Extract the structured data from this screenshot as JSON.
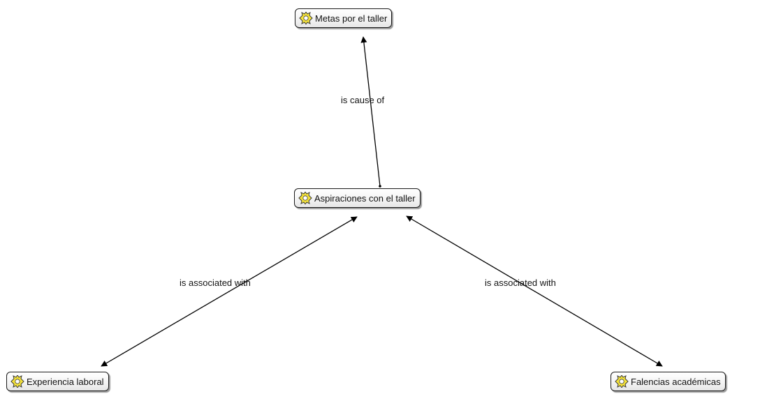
{
  "nodes": {
    "metas": {
      "label": "Metas por el taller",
      "icon": "concept-node-icon"
    },
    "aspiraciones": {
      "label": "Aspiraciones con el taller",
      "icon": "concept-node-icon"
    },
    "experiencia": {
      "label": "Experiencia laboral",
      "icon": "concept-node-icon"
    },
    "falencias": {
      "label": "Falencias académicas",
      "icon": "concept-node-icon"
    }
  },
  "edges": {
    "cause": {
      "label": "is cause of",
      "from": "Aspiraciones con el taller",
      "to": "Metas por el taller"
    },
    "assoc_left": {
      "label": "is associated with",
      "from": "Aspiraciones con el taller",
      "to": "Experiencia laboral"
    },
    "assoc_right": {
      "label": "is associated with",
      "from": "Aspiraciones con el taller",
      "to": "Falencias académicas"
    }
  },
  "colors": {
    "line": "#000000",
    "node_border": "#1a1a1a",
    "icon_fill": "#f5e33a"
  }
}
